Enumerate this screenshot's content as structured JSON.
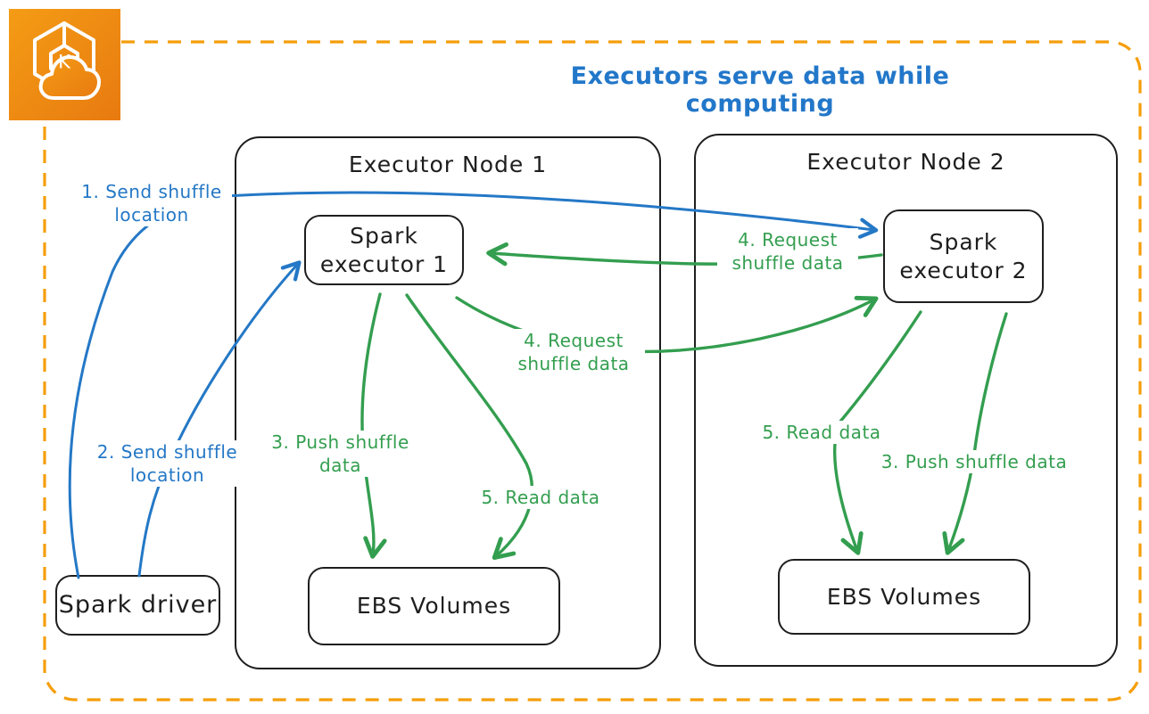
{
  "title": "Executors serve data while computing",
  "icon": {
    "name": "amazon-eks",
    "letter": "K"
  },
  "nodes": {
    "node1": {
      "title": "Executor Node 1"
    },
    "node2": {
      "title": "Executor Node 2"
    }
  },
  "boxes": {
    "spark_driver": "Spark driver",
    "spark_executor_1": "Spark\nexecutor 1",
    "spark_executor_2": "Spark\nexecutor 2",
    "ebs_volumes_1": "EBS Volumes",
    "ebs_volumes_2": "EBS Volumes"
  },
  "edge_labels": {
    "send_shuffle_location_1": "1. Send shuffle\nlocation",
    "send_shuffle_location_2": "2. Send shuffle\nlocation",
    "push_shuffle_data_1": "3. Push shuffle data",
    "request_shuffle_data_top": "4. Request\nshuffle data",
    "request_shuffle_data_bottom": "4. Request\nshuffle data",
    "read_data_1": "5. Read data",
    "read_data_2": "5. Read data",
    "push_shuffle_data_2": "3. Push shuffle data"
  },
  "colors": {
    "arrow_blue": "#2478c6",
    "arrow_green": "#339e4f",
    "frame_orange": "#f59e0b",
    "shape_stroke": "#1e1e1e",
    "title_blue": "#2277c9",
    "icon_gradient_start": "#f49c15",
    "icon_gradient_end": "#e87a10"
  }
}
